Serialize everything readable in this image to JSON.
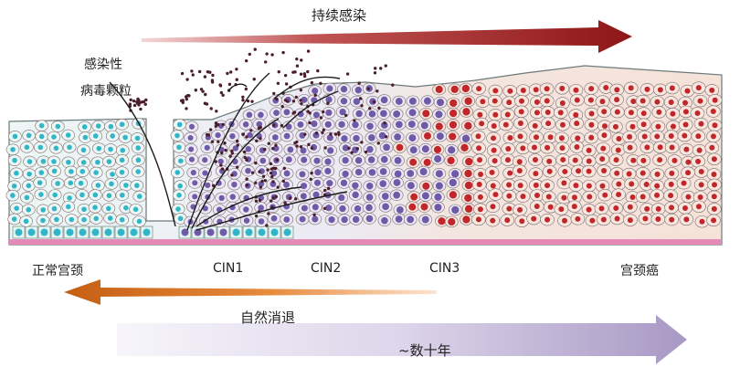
{
  "arrows": {
    "persistent_infection": {
      "label": "持续感染",
      "color": "#9b1c1c"
    },
    "natural_regression": {
      "label": "自然消退",
      "color": "#cf6a1c"
    },
    "decades": {
      "label": "~数十年",
      "color": "#b4a6cc"
    }
  },
  "virus_label": [
    "感染性",
    "病毒颗粒"
  ],
  "stages": [
    "正常宫颈",
    "CIN1",
    "CIN2",
    "CIN3",
    "宫颈癌"
  ],
  "colors": {
    "normal_nucleus": "#2fb7c9",
    "infected_nucleus": "#6f5aa8",
    "cancer_nucleus": "#c0262a",
    "cancer_cell": "#f6e6dd",
    "tissue_cell": "#eef6f4",
    "basement_membrane": "#e58ab5",
    "virus_particle": "#4a1e2a"
  }
}
